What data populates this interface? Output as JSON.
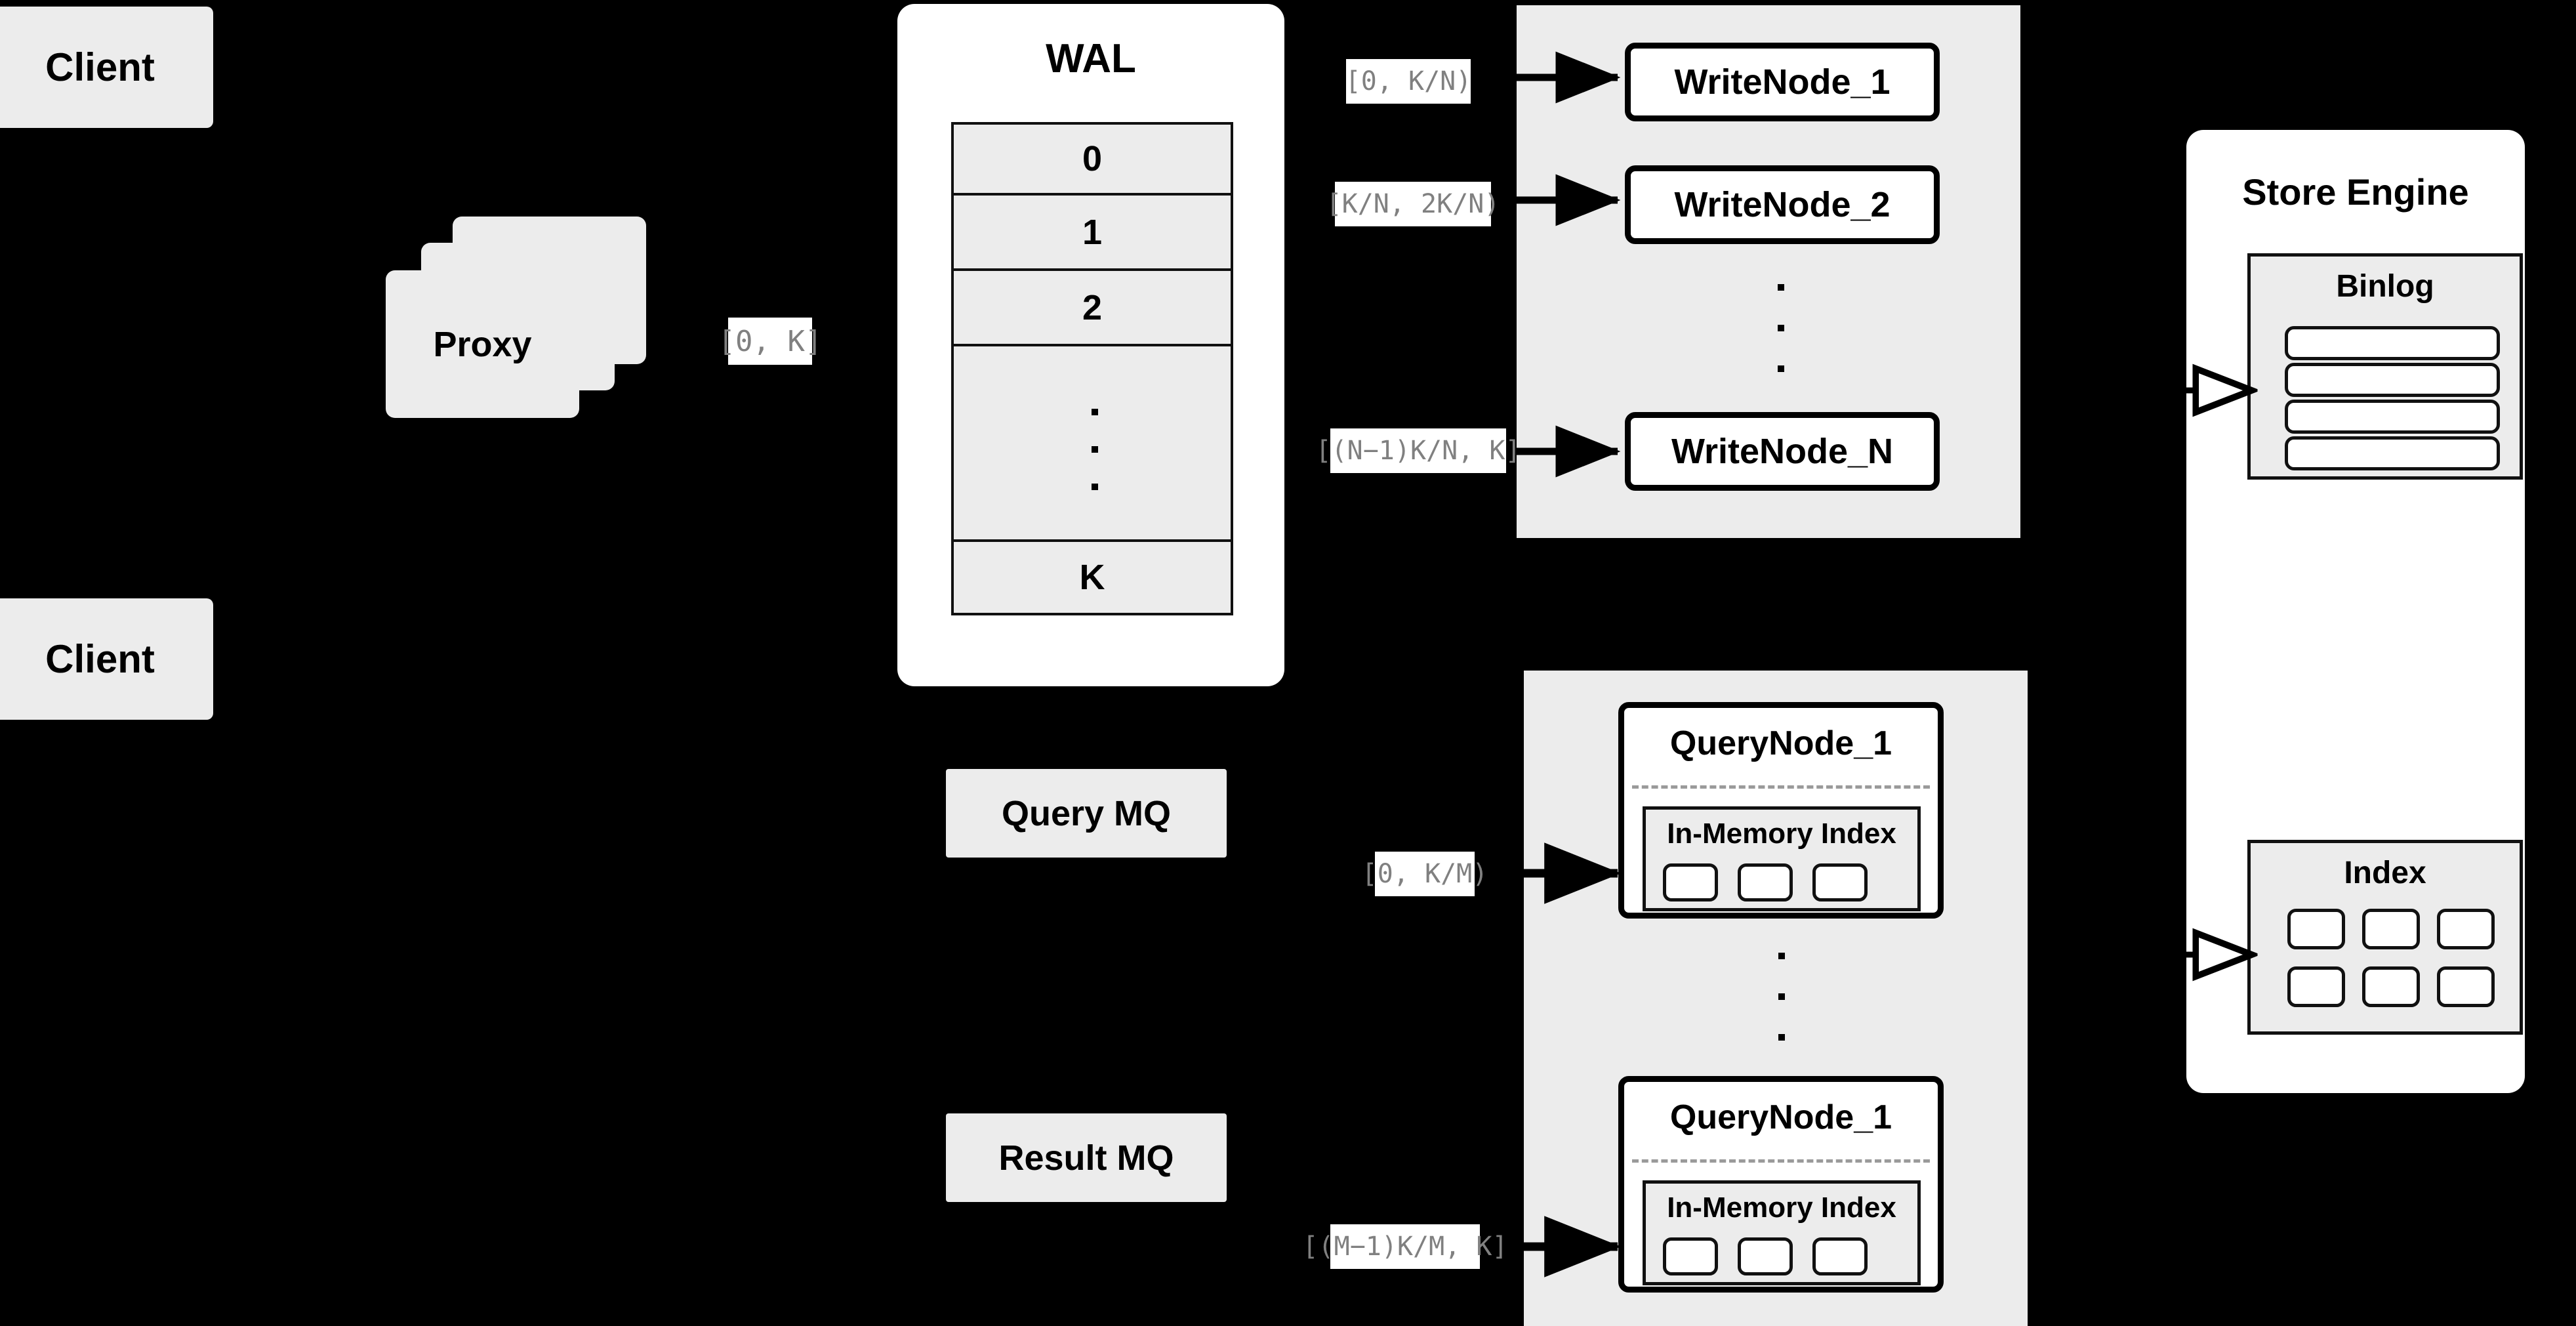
{
  "diagram": {
    "title": "Distributed write/query architecture",
    "background_color": "#000000",
    "panel_fill": "#ffffff",
    "card_fill": "#ececec",
    "label_text_color": "#808080",
    "stroke_color": "#000000"
  },
  "clients": [
    {
      "label": "Client"
    },
    {
      "label": "Client"
    }
  ],
  "proxy": {
    "label": "Proxy",
    "stack_count": 3
  },
  "proxy_range_label": "[0, K]",
  "wal": {
    "title": "WAL",
    "rows": [
      "0",
      "1",
      "2",
      "",
      "K"
    ],
    "ellipsis_row_index": 3,
    "ellipsis_dots": 3
  },
  "write_cluster": {
    "nodes": [
      {
        "label": "WriteNode_1",
        "range_label": "[0,  K/N)"
      },
      {
        "label": "WriteNode_2",
        "range_label": "[K/N, 2K/N)"
      },
      {
        "label": "WriteNode_N",
        "range_label": "[(N−1)K/N,  K]"
      }
    ],
    "ellipsis_dots": 3
  },
  "query_mq": {
    "label": "Query MQ"
  },
  "result_mq": {
    "label": "Result MQ"
  },
  "query_cluster": {
    "nodes": [
      {
        "label": "QueryNode_1",
        "index_label": "In-Memory Index",
        "range_label": "[0, K/M)",
        "slot_count": 3
      },
      {
        "label": "QueryNode_1",
        "index_label": "In-Memory Index",
        "range_label": "[(M−1)K/M, K]",
        "slot_count": 3
      }
    ],
    "ellipsis_dots": 3
  },
  "store_engine": {
    "title": "Store Engine",
    "binlog": {
      "title": "Binlog",
      "bar_count": 4
    },
    "index": {
      "title": "Index",
      "slot_count": 6,
      "columns": 3,
      "rows": 2
    }
  }
}
